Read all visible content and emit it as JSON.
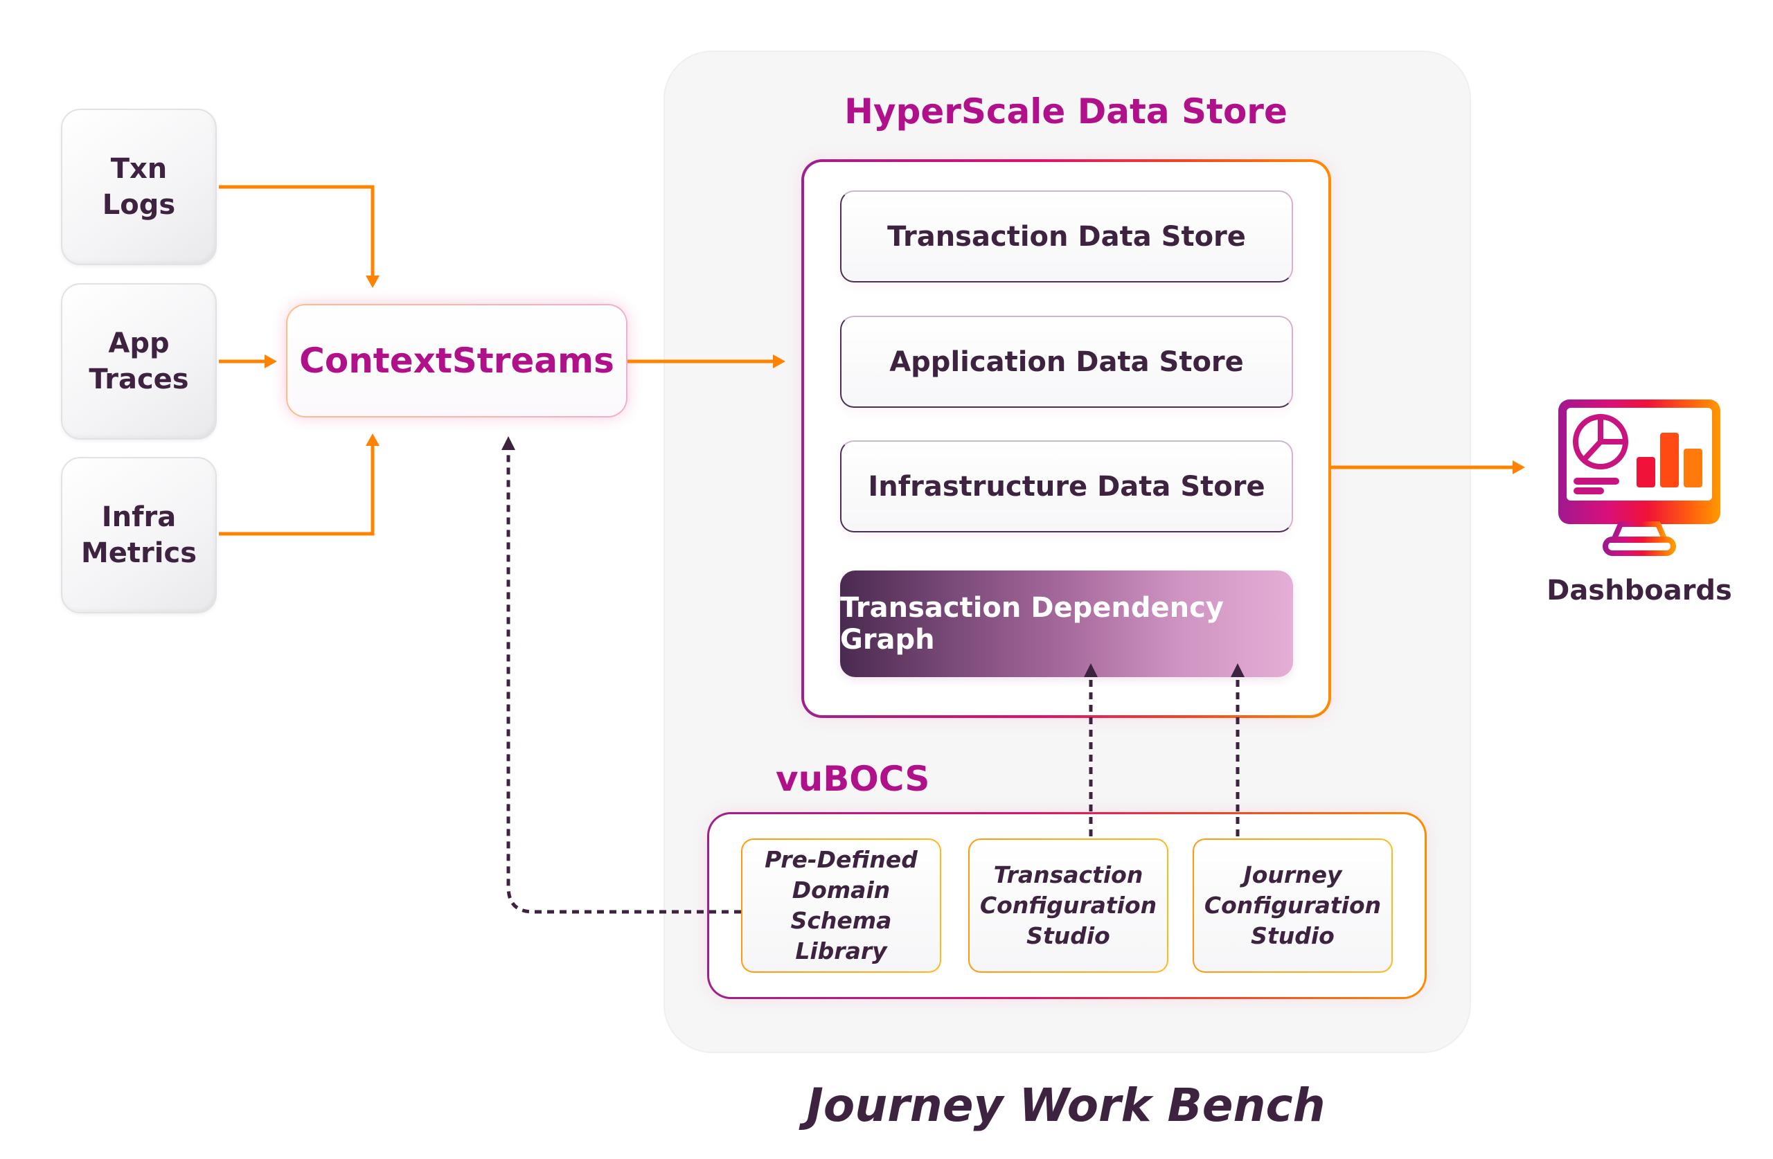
{
  "sources": [
    {
      "line1": "Txn",
      "line2": "Logs"
    },
    {
      "line1": "App",
      "line2": "Traces"
    },
    {
      "line1": "Infra",
      "line2": "Metrics"
    }
  ],
  "context_streams": {
    "label": "ContextStreams"
  },
  "hyperscale": {
    "title": "HyperScale Data Store",
    "stores": [
      {
        "label": "Transaction Data Store"
      },
      {
        "label": "Application Data Store"
      },
      {
        "label": "Infrastructure Data Store"
      }
    ],
    "graph": {
      "label": "Transaction Dependency Graph"
    }
  },
  "vubocs": {
    "title": "vuBOCS",
    "modules": [
      {
        "line1": "Pre-Defined",
        "line2": "Domain Schema",
        "line3": "Library"
      },
      {
        "line1": "Transaction",
        "line2": "Configuration",
        "line3": "Studio"
      },
      {
        "line1": "Journey",
        "line2": "Configuration",
        "line3": "Studio"
      }
    ]
  },
  "dashboards": {
    "label": "Dashboards",
    "icon": "monitor-dashboard-icon"
  },
  "workbench": {
    "title": "Journey Work Bench"
  },
  "colors": {
    "accent_magenta": "#b0108a",
    "text_dark": "#3d2340",
    "arrow_orange": "#ff8200",
    "dashed_dark": "#3d2340",
    "border_gradient": [
      "#a0208a",
      "#e0106a",
      "#ff8c00"
    ]
  }
}
